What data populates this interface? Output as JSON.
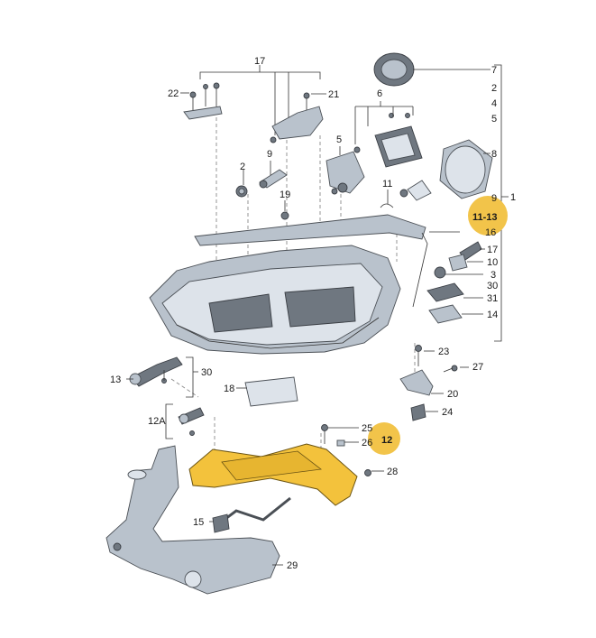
{
  "diagram": {
    "colors": {
      "highlight": "#f2c44a",
      "highlight_part": "#f3c23c",
      "parts": "#b9c2cc",
      "parts_dark": "#6f7780",
      "lines": "#333333"
    },
    "labels": {
      "l17_top": "17",
      "l22": "22",
      "l21": "21",
      "l6": "6",
      "l7": "7",
      "l2_right": "2",
      "l4": "4",
      "l5_right": "5",
      "l8": "8",
      "l9_right": "9",
      "l1": "1",
      "l11_13": "11-13",
      "l16": "16",
      "l17_right": "17",
      "l10": "10",
      "l3": "3",
      "l30_right": "30",
      "l31": "31",
      "l14": "14",
      "l9_left": "9",
      "l2_left": "2",
      "l19": "19",
      "l5_left": "5",
      "l11": "11",
      "l23": "23",
      "l27": "27",
      "l20": "20",
      "l24": "24",
      "l13": "13",
      "l30_left": "30",
      "l18": "18",
      "l12A": "12A",
      "l25": "25",
      "l26": "26",
      "l12": "12",
      "l28": "28",
      "l15": "15",
      "l29": "29"
    }
  }
}
